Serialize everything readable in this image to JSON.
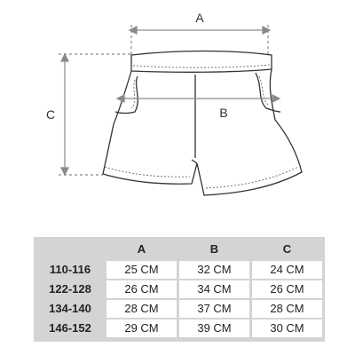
{
  "dimensions": {
    "width_label": "A",
    "leg_label": "B",
    "length_label": "C"
  },
  "size_table": {
    "columns": [
      "A",
      "B",
      "C"
    ],
    "rows": [
      {
        "size": "110-116",
        "values": [
          "25 CM",
          "32 CM",
          "24 CM"
        ]
      },
      {
        "size": "122-128",
        "values": [
          "26 CM",
          "34 CM",
          "26 CM"
        ]
      },
      {
        "size": "134-140",
        "values": [
          "28 CM",
          "37 CM",
          "28 CM"
        ]
      },
      {
        "size": "146-152",
        "values": [
          "29 CM",
          "39 CM",
          "30 CM"
        ]
      }
    ]
  },
  "colors": {
    "outline": "#333333",
    "dimension_line": "#8a8a8a",
    "table_background": "#d4d4d4",
    "cell_background": "#ffffff"
  }
}
